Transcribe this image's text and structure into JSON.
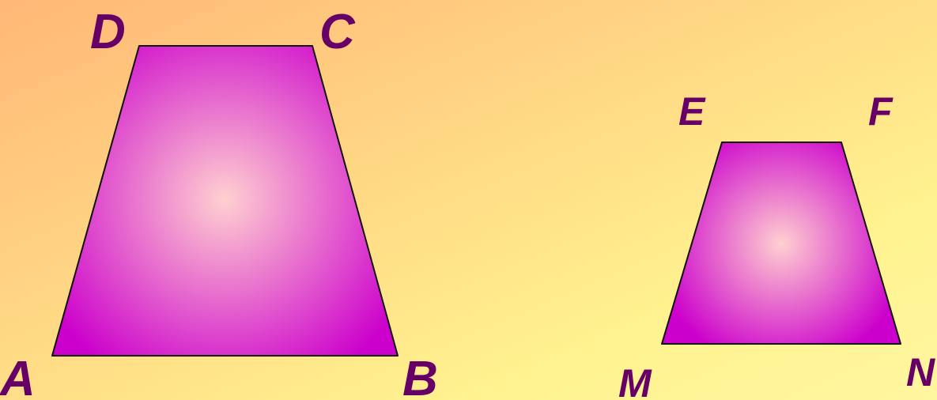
{
  "colors": {
    "background_warm": "#ffb777",
    "background_light": "#fff28f",
    "shape_fill_center": "#ffd0d0",
    "shape_fill_edge": "#cc00cc",
    "shape_stroke": "#111111",
    "label_color": "#660066"
  },
  "figures": [
    {
      "name": "trapezoid-abcd",
      "vertices": [
        "A",
        "B",
        "C",
        "D"
      ]
    },
    {
      "name": "trapezoid-mnfe",
      "vertices": [
        "M",
        "N",
        "F",
        "E"
      ]
    }
  ],
  "labels": {
    "A": "A",
    "B": "B",
    "C": "C",
    "D": "D",
    "E": "E",
    "F": "F",
    "M": "M",
    "N": "N"
  }
}
